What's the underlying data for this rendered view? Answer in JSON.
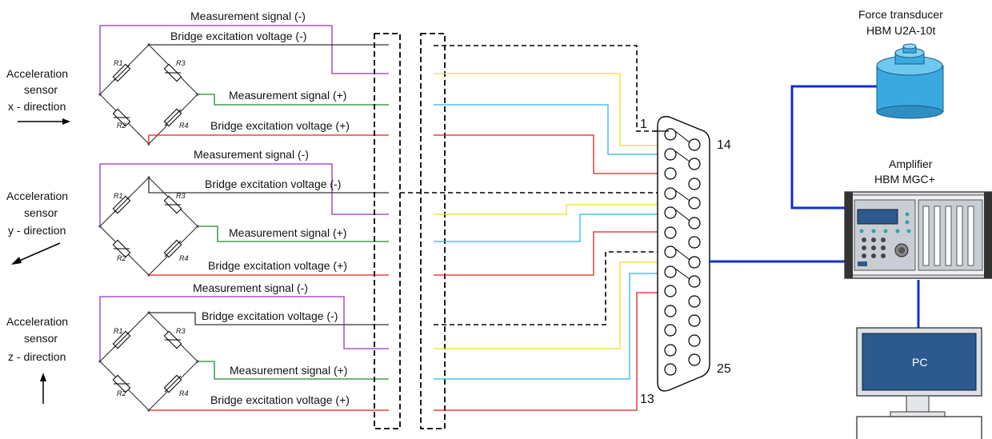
{
  "sensors": [
    {
      "line1": "Acceleration",
      "line2": "sensor",
      "line3": "x - direction"
    },
    {
      "line1": "Acceleration",
      "line2": "sensor",
      "line3": "y - direction"
    },
    {
      "line1": "Acceleration",
      "line2": "sensor",
      "line3": "z - direction"
    }
  ],
  "signals": {
    "minus_signal": "Measurement signal (-)",
    "minus_excitation": "Bridge excitation voltage (-)",
    "plus_signal": "Measurement signal (+)",
    "plus_excitation": "Bridge excitation voltage (+)"
  },
  "resistors": [
    "R1",
    "R2",
    "R3",
    "R4"
  ],
  "connector": {
    "pin_1": "1",
    "pin_13": "13",
    "pin_14": "14",
    "pin_25": "25"
  },
  "transducer": {
    "title": "Force transducer",
    "model": "HBM U2A-10t"
  },
  "amplifier": {
    "title": "Amplifier",
    "model": "HBM MGC+"
  },
  "pc": {
    "label": "PC"
  },
  "colors": {
    "measurement_minus": "#9b30c8",
    "measurement_plus": "#1e8a2e",
    "excitation_minus": "#333333",
    "excitation_plus": "#e0201b",
    "cable_yellow": "#f0e020",
    "cable_cyan": "#28b8e8",
    "bus_blue": "#1030d0",
    "device_blue": "#2c5a8e",
    "transducer_blue": "#3aa9e0"
  }
}
